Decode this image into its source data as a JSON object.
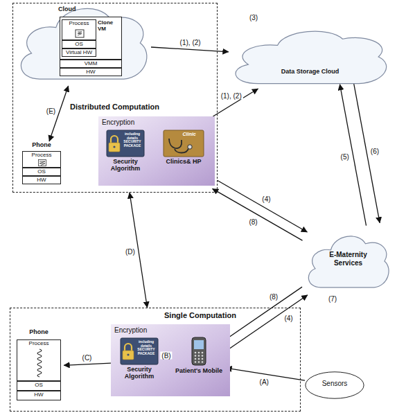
{
  "diagram": {
    "nodes": [
      {
        "text": [
          "Distributed Computation"
        ]
      },
      {
        "text": [
          "Cloud"
        ],
        "in": 0
      },
      {
        "text": [
          "Clone VM"
        ],
        "in": 1
      },
      {
        "text": [
          "Process"
        ],
        "in": 2
      },
      {
        "text": [
          "OS"
        ],
        "in": 2
      },
      {
        "text": [
          "Virtual HW"
        ],
        "in": 2
      },
      {
        "text": [
          "VMM"
        ],
        "in": 1
      },
      {
        "text": [
          "HW"
        ],
        "in": 1
      },
      {
        "text": [
          "Phone"
        ],
        "in": 0
      },
      {
        "text": [
          "Process"
        ],
        "in": 8
      },
      {
        "text": [
          "OS"
        ],
        "in": 8
      },
      {
        "text": [
          "HW"
        ],
        "in": 8
      },
      {
        "text": [
          "Data Storage Cloud"
        ]
      },
      {
        "text": [
          "Encryption"
        ]
      },
      {
        "text": [
          "Security Algorithm"
        ],
        "in": 13
      },
      {
        "text": [
          "Clinics& HP"
        ],
        "in": 13
      },
      {
        "text": [
          "E-Maternity Services"
        ]
      },
      {
        "text": [
          "Single Computation"
        ]
      },
      {
        "text": [
          "Phone"
        ],
        "in": 17
      },
      {
        "text": [
          "Process"
        ],
        "in": 18
      },
      {
        "text": [
          "OS"
        ],
        "in": 18
      },
      {
        "text": [
          "HW"
        ],
        "in": 18
      },
      {
        "text": [
          "Encryption"
        ],
        "in": 17
      },
      {
        "text": [
          "Security Algorithm"
        ],
        "in": 22
      },
      {
        "text": [
          "Patient's Mobile"
        ],
        "in": 22
      },
      {
        "text": [
          "Sensors"
        ]
      }
    ],
    "edges": [
      {
        "from": 1,
        "to": 12,
        "arrow": "to",
        "label": "(1), (2)"
      },
      {
        "from": 13,
        "to": 12,
        "arrow": "to",
        "label": "(1), (2)"
      },
      {
        "from": 1,
        "to": 8,
        "arrow": "both",
        "label": "(E)"
      },
      {
        "from": 0,
        "to": 17,
        "arrow": "both",
        "label": "(D)"
      },
      {
        "from": 13,
        "to": 16,
        "arrow": "to",
        "label": "(4)"
      },
      {
        "from": 16,
        "to": 13,
        "arrow": "to",
        "label": "(8)"
      },
      {
        "from": 16,
        "to": 12,
        "arrow": "to",
        "label": "(5)"
      },
      {
        "from": 12,
        "to": 16,
        "arrow": "to",
        "label": "(6)"
      },
      {
        "from": 16,
        "to": 24,
        "arrow": "to",
        "label": "(8)"
      },
      {
        "from": 24,
        "to": 16,
        "arrow": "to",
        "label": "(4)"
      },
      {
        "from": 25,
        "to": 24,
        "arrow": "to",
        "label": "(A)"
      },
      {
        "from": 24,
        "to": 23,
        "arrow": "to",
        "label": "(B)"
      },
      {
        "from": 22,
        "to": 18,
        "arrow": "to",
        "label": "(C)"
      }
    ],
    "labels": [
      "(3)",
      "(7)",
      "including details SECURITY PACKAGE",
      "Clinic",
      "including details SECURITY PACKAGE"
    ]
  }
}
